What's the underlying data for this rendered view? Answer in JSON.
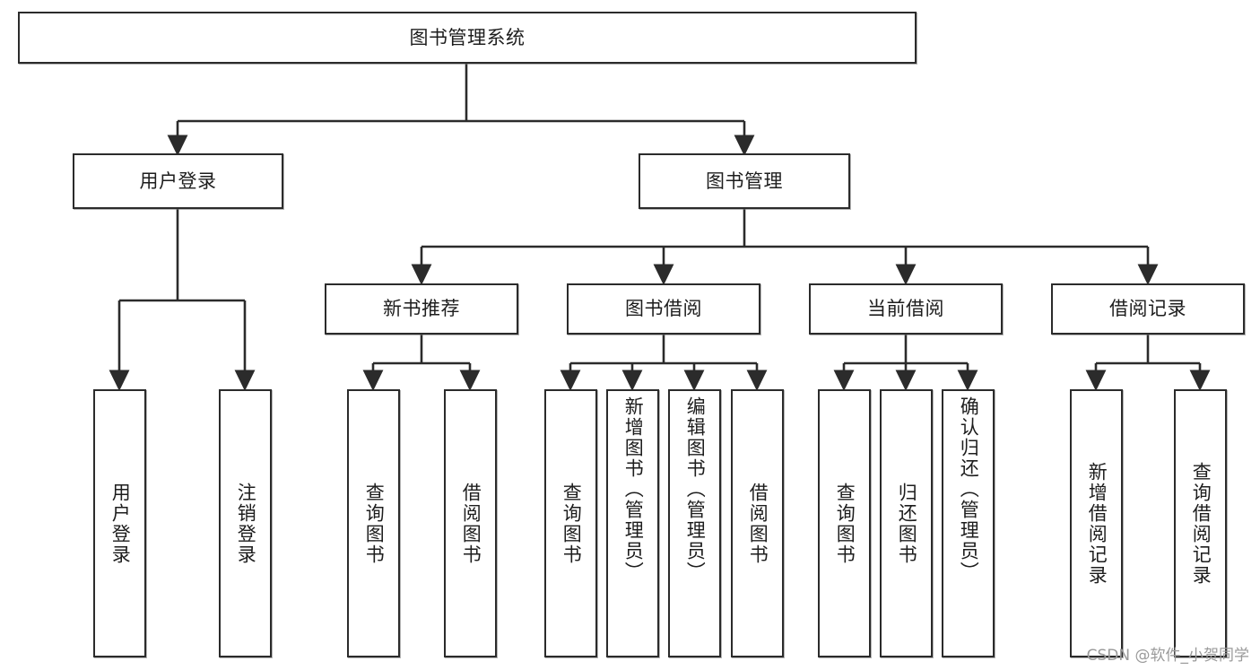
{
  "diagram": {
    "title": "图书管理系统",
    "type": "tree",
    "background_color": "#ffffff",
    "line_color": "#2b2b2b",
    "box_fill": "#ffffff",
    "root": {
      "label": "图书管理系统",
      "children": [
        {
          "label": "用户登录",
          "children": [
            {
              "label": "用户登录"
            },
            {
              "label": "注销登录"
            }
          ]
        },
        {
          "label": "图书管理",
          "children": [
            {
              "label": "新书推荐",
              "children": [
                {
                  "label": "查询图书"
                },
                {
                  "label": "借阅图书"
                }
              ]
            },
            {
              "label": "图书借阅",
              "children": [
                {
                  "label": "查询图书"
                },
                {
                  "label": "新增图书（管理员）"
                },
                {
                  "label": "编辑图书（管理员）"
                },
                {
                  "label": "借阅图书"
                }
              ]
            },
            {
              "label": "当前借阅",
              "children": [
                {
                  "label": "查询图书"
                },
                {
                  "label": "归还图书"
                },
                {
                  "label": "确认归还（管理员）"
                }
              ]
            },
            {
              "label": "借阅记录",
              "children": [
                {
                  "label": "新增借阅记录"
                },
                {
                  "label": "查询借阅记录"
                }
              ]
            }
          ]
        }
      ]
    }
  },
  "watermark": {
    "text": "CSDN @软件_小贺同学"
  }
}
